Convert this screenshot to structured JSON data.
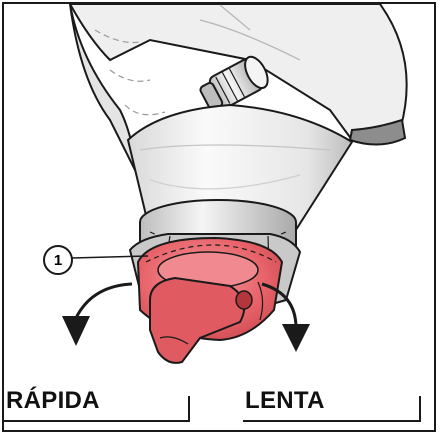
{
  "callout": {
    "number": "1"
  },
  "labels": {
    "left": "RÁPIDA",
    "right": "LENTA"
  },
  "colors": {
    "knob": "#e8646a",
    "knob_dark": "#c9474e",
    "outline": "#1a1a1a",
    "body_fill": "#f3f3f3",
    "shade": "#cfcfcf"
  },
  "icons": [
    "rotate-left-arrow-icon",
    "rotate-right-arrow-icon"
  ]
}
